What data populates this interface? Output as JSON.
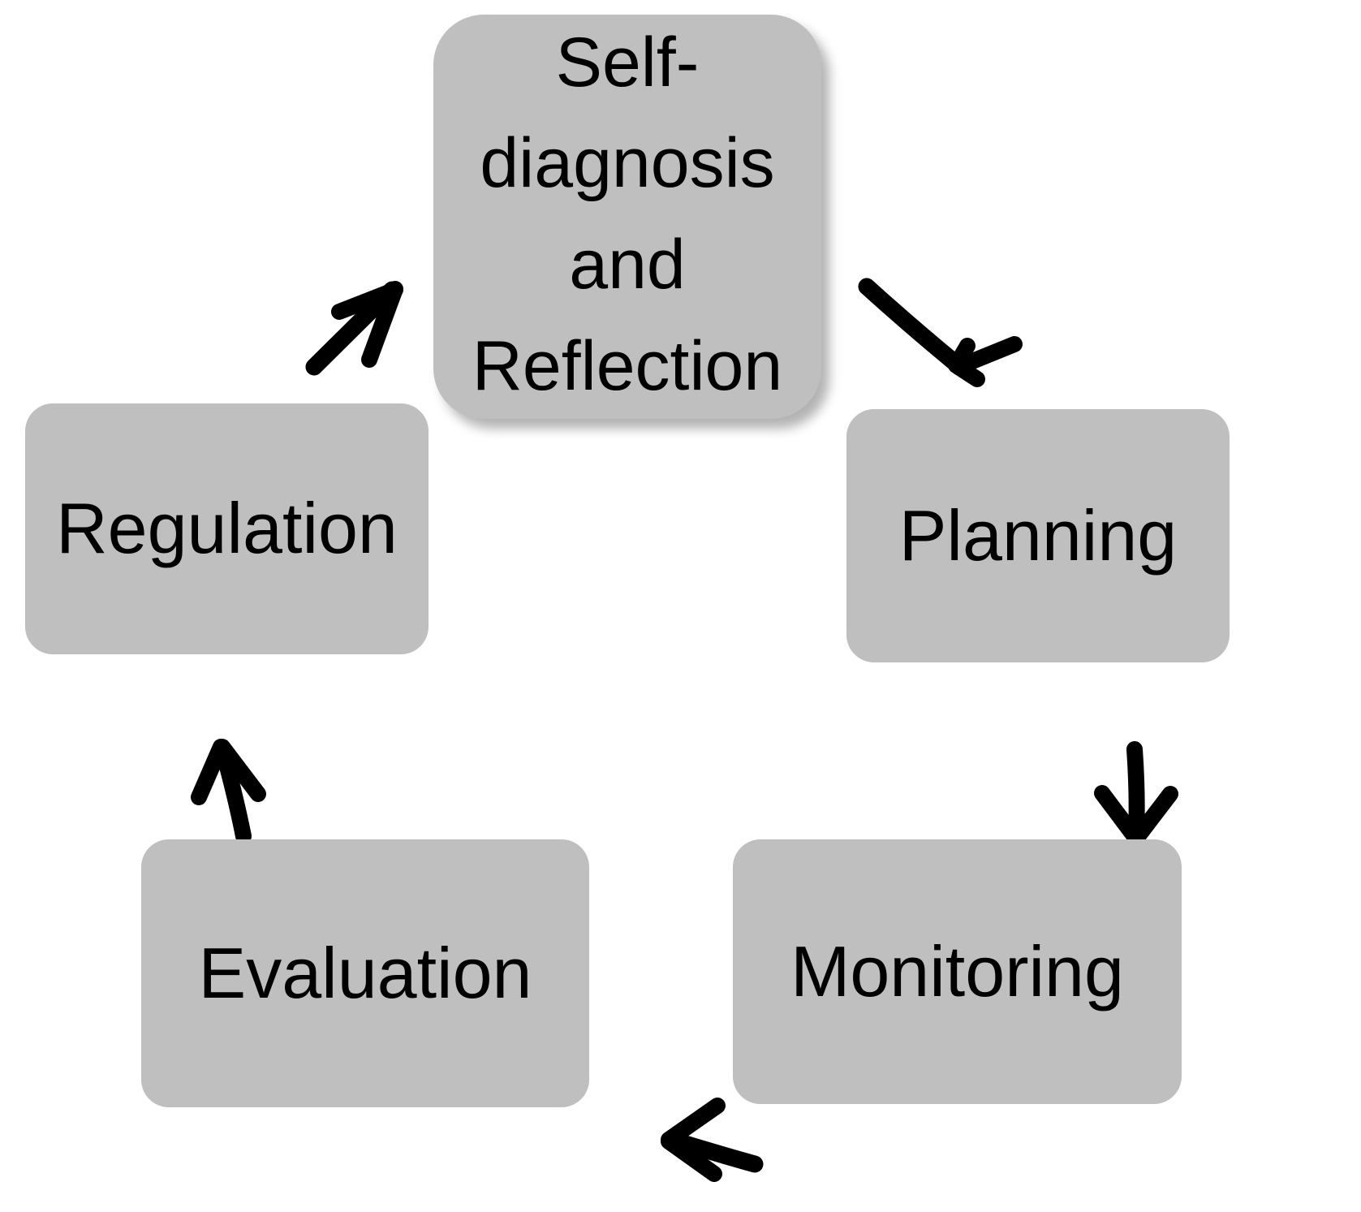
{
  "diagram": {
    "type": "cycle",
    "background_color": "#FFFFFF",
    "node_fill_color": "#BFBFBF",
    "arrow_color": "#000000",
    "nodes": [
      {
        "id": "self-diagnosis",
        "label": "Self-\ndiagnosis\nand\nReflection",
        "position": "top-center"
      },
      {
        "id": "planning",
        "label": "Planning",
        "position": "right"
      },
      {
        "id": "monitoring",
        "label": "Monitoring",
        "position": "bottom-right"
      },
      {
        "id": "evaluation",
        "label": "Evaluation",
        "position": "bottom-left"
      },
      {
        "id": "regulation",
        "label": "Regulation",
        "position": "left"
      }
    ],
    "arrows": [
      {
        "id": "arrow-self-diagnosis-to-planning",
        "from": "self-diagnosis",
        "to": "planning",
        "direction": "down-right"
      },
      {
        "id": "arrow-planning-to-monitoring",
        "from": "planning",
        "to": "monitoring",
        "direction": "down"
      },
      {
        "id": "arrow-monitoring-to-evaluation",
        "from": "monitoring",
        "to": "evaluation",
        "direction": "left"
      },
      {
        "id": "arrow-evaluation-to-regulation",
        "from": "evaluation",
        "to": "regulation",
        "direction": "up"
      },
      {
        "id": "arrow-regulation-to-self-diagnosis",
        "from": "regulation",
        "to": "self-diagnosis",
        "direction": "up-right"
      }
    ]
  }
}
